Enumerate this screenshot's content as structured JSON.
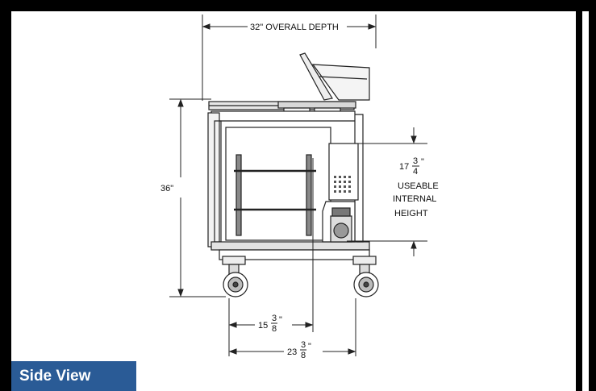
{
  "title_view": "Side View",
  "dimensions": {
    "overall_depth": "32\" OVERALL DEPTH",
    "height": "36\"",
    "useable_height_whole": "17",
    "useable_height_num": "3",
    "useable_height_den": "4",
    "useable_line1": "USEABLE",
    "useable_line2": "INTERNAL",
    "useable_line3": "HEIGHT",
    "dim_a_whole": "15",
    "dim_a_num": "3",
    "dim_a_den": "8",
    "dim_b_whole": "23",
    "dim_b_num": "3",
    "dim_b_den": "8",
    "inch_mark": "\""
  },
  "colors": {
    "frame": "#000000",
    "label_bg": "#2a5b96",
    "label_text": "#ffffff"
  }
}
